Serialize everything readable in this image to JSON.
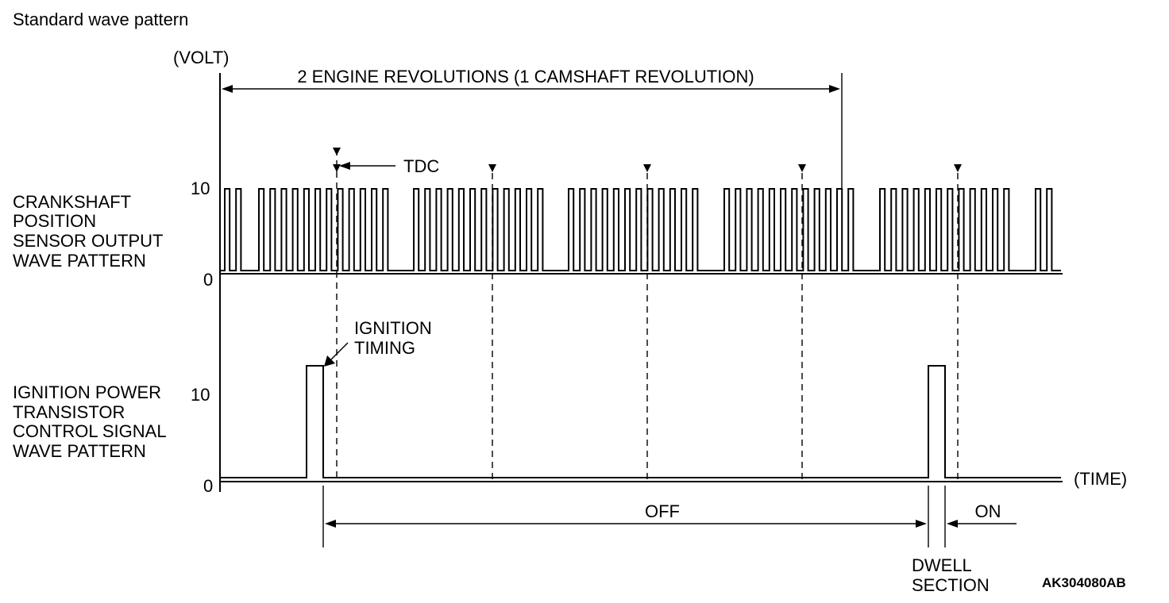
{
  "heading": "Standard wave pattern",
  "volt_unit": "(VOLT)",
  "time_unit": "(TIME)",
  "revolutions_label": "2 ENGINE REVOLUTIONS (1 CAMSHAFT REVOLUTION)",
  "tdc_label": "TDC",
  "crank": {
    "label_lines": [
      "CRANKSHAFT",
      "POSITION",
      "SENSOR OUTPUT",
      "WAVE PATTERN"
    ],
    "tick_high": "10",
    "tick_zero": "0"
  },
  "ignition": {
    "label_lines": [
      "IGNITION POWER",
      "TRANSISTOR",
      "CONTROL SIGNAL",
      "WAVE PATTERN"
    ],
    "tick_high": "10",
    "tick_zero": "0",
    "timing_lines": [
      "IGNITION",
      "TIMING"
    ]
  },
  "off_label": "OFF",
  "on_label": "ON",
  "dwell_lines": [
    "DWELL",
    "SECTION"
  ],
  "reference_code": "AK304080AB",
  "colors": {
    "line": "#000000",
    "background": "#ffffff"
  }
}
